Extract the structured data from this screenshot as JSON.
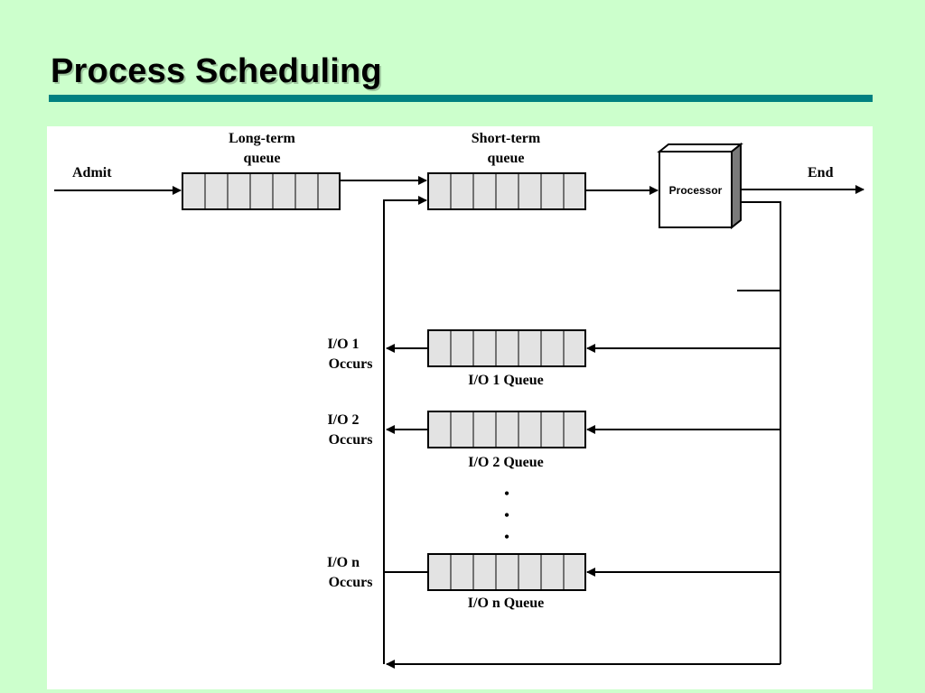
{
  "slide": {
    "title": "Process Scheduling"
  },
  "diagram": {
    "admit": "Admit",
    "long_term_queue": [
      "Long-term",
      "queue"
    ],
    "short_term_queue": [
      "Short-term",
      "queue"
    ],
    "processor": "Processor",
    "end": "End",
    "io_queues": [
      {
        "occurs": [
          "I/O 1",
          "Occurs"
        ],
        "queue_label": "I/O 1 Queue"
      },
      {
        "occurs": [
          "I/O 2",
          "Occurs"
        ],
        "queue_label": "I/O 2 Queue"
      },
      {
        "occurs": [
          "I/O n",
          "Occurs"
        ],
        "queue_label": "I/O n Queue"
      }
    ],
    "ellipsis": "•"
  },
  "colors": {
    "background": "#ccffcc",
    "title_rule": "#008080",
    "panel": "#ffffff",
    "queue_fill": "#e3e3e3"
  }
}
